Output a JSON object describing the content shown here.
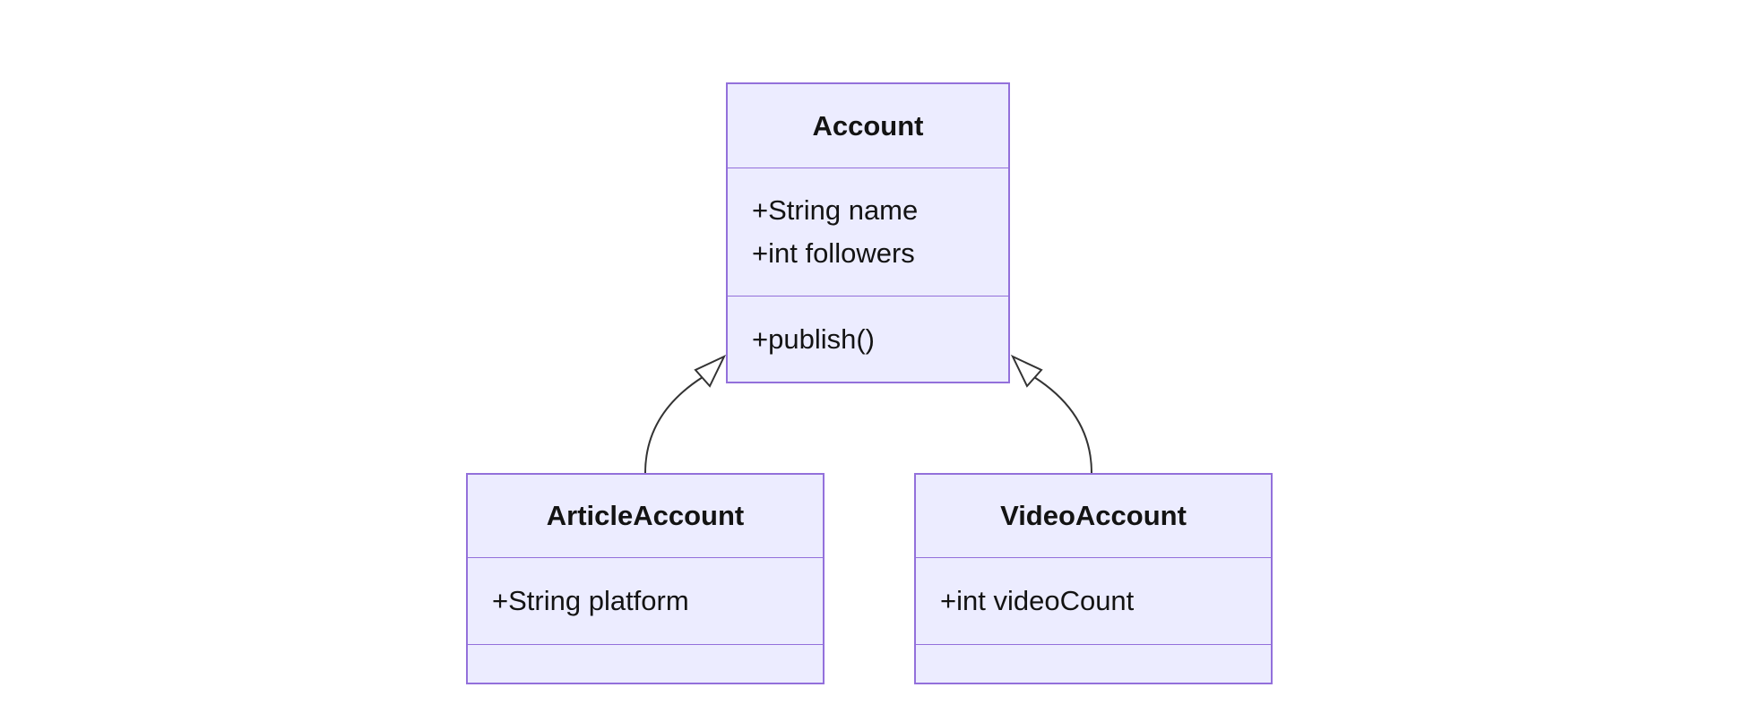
{
  "diagram": {
    "kind": "uml-class-diagram",
    "classes": [
      {
        "id": "account",
        "name": "Account",
        "attributes": [
          "+String name",
          "+int followers"
        ],
        "methods": [
          "+publish()"
        ]
      },
      {
        "id": "articleAccount",
        "name": "ArticleAccount",
        "attributes": [
          "+String platform"
        ],
        "methods": []
      },
      {
        "id": "videoAccount",
        "name": "VideoAccount",
        "attributes": [
          "+int videoCount"
        ],
        "methods": []
      }
    ],
    "relations": [
      {
        "from": "ArticleAccount",
        "to": "Account",
        "type": "inheritance",
        "arrowhead": "hollow-triangle"
      },
      {
        "from": "VideoAccount",
        "to": "Account",
        "type": "inheritance",
        "arrowhead": "hollow-triangle"
      }
    ],
    "colors": {
      "node_fill": "#ECECFF",
      "node_border": "#9370DB",
      "edge": "#333333",
      "arrowhead_fill": "#FFFFFF",
      "text": "#131313",
      "background": "#FFFFFF"
    }
  }
}
